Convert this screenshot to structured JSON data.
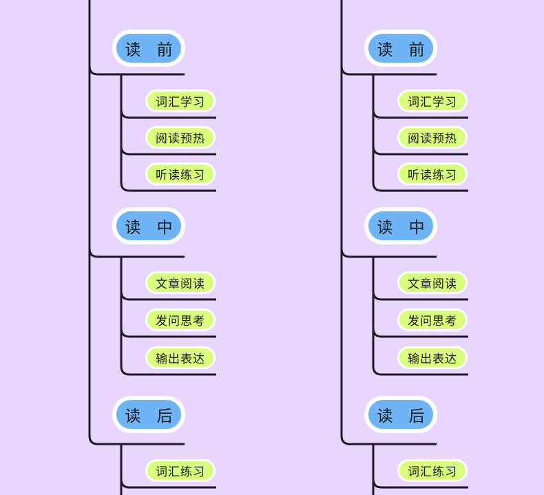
{
  "columns": [
    {
      "stages": [
        {
          "label": "读 前",
          "items": [
            "词汇学习",
            "阅读预热",
            "听读练习"
          ]
        },
        {
          "label": "读 中",
          "items": [
            "文章阅读",
            "发问思考",
            "输出表达"
          ]
        },
        {
          "label": "读 后",
          "items": [
            "词汇练习"
          ]
        }
      ]
    },
    {
      "stages": [
        {
          "label": "读 前",
          "items": [
            "词汇学习",
            "阅读预热",
            "听读练习"
          ]
        },
        {
          "label": "读 中",
          "items": [
            "文章阅读",
            "发问思考",
            "输出表达"
          ]
        },
        {
          "label": "读 后",
          "items": [
            "词汇练习"
          ]
        }
      ]
    }
  ],
  "colors": {
    "background": "#e8d6fd",
    "line": "#1c1626",
    "stage_fill": "#6fb4f4",
    "item_fill": "#d9fb7e",
    "border": "#ffffff"
  }
}
